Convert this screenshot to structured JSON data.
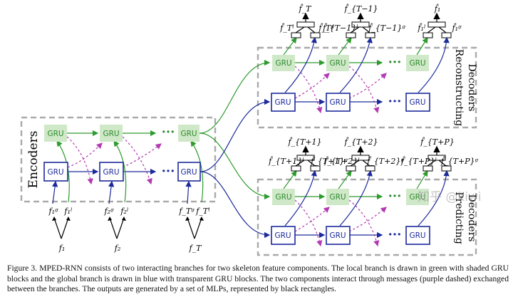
{
  "labels": {
    "gru": "GRU",
    "encoders": "Encoders",
    "reconstructing": "Reconstructing",
    "decoders_top": "Decoders",
    "predicting": "Predicting",
    "decoders_bottom": "Decoders",
    "dots": "···"
  },
  "inputs": [
    {
      "top_left": "f₁ᵍ",
      "top_right": "f₁ˡ",
      "bottom": "f₁"
    },
    {
      "top_left": "f₂ᵍ",
      "top_right": "f₂ˡ",
      "bottom": "f₂"
    },
    {
      "top_left": "f_Tᵍ",
      "top_right": "f_Tˡ",
      "bottom": "f_T"
    }
  ],
  "recon_outputs": [
    {
      "top": "f̂_T",
      "left": "f̂_Tˡ",
      "right": "f̂_Tᵍ"
    },
    {
      "top": "f̂_{T−1}",
      "left": "f̂_{T−1}ˡ",
      "right": "f̂_{T−1}ᵍ"
    },
    {
      "top": "f̂₁",
      "left": "f̂₁ˡ",
      "right": "f̂₁ᵍ"
    }
  ],
  "pred_outputs": [
    {
      "top": "f̂_{T+1}",
      "left": "f̂_{T+1}ˡ",
      "right": "f̂_{T+1}ᵍ"
    },
    {
      "top": "f̂_{T+2}",
      "left": "f̂_{T+2}ˡ",
      "right": "f̂_{T+2}ᵍ"
    },
    {
      "top": "f̂_{T+P}",
      "left": "f̂_{T+P}ˡ",
      "right": "f̂_{T+P}ᵍ"
    }
  ],
  "caption": "Figure 3. MPED-RNN consists of two interacting branches for two skeleton feature components. The local branch is drawn in green with shaded GRU blocks and the global branch is drawn in blue with transparent GRU blocks. The two components interact through messages (purple dashed) exchanged between the branches. The outputs are generated by a set of MLPs, represented by black rectangles.",
  "watermark": "知乎 @kiwi",
  "colors": {
    "local": "#2e8b2e",
    "global": "#1c2a9b",
    "message": "#b23ab2"
  }
}
